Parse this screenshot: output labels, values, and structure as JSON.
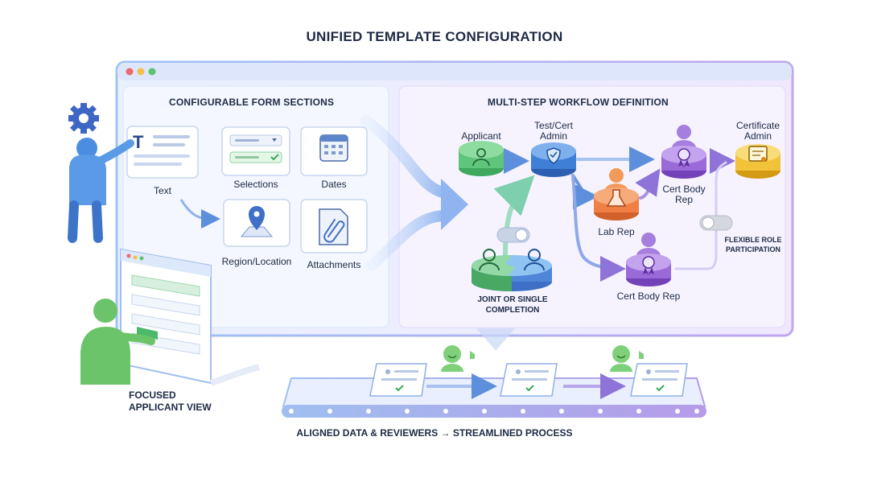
{
  "title": "UNIFIED TEMPLATE CONFIGURATION",
  "left_panel": {
    "header": "CONFIGURABLE FORM SECTIONS",
    "cards": [
      {
        "label": "Text",
        "icon": "text-icon"
      },
      {
        "label": "Selections",
        "icon": "dropdown-icon"
      },
      {
        "label": "Dates",
        "icon": "calendar-icon"
      },
      {
        "label": "Region/Location",
        "icon": "map-pin-icon"
      },
      {
        "label": "Attachments",
        "icon": "paperclip-icon"
      }
    ]
  },
  "right_panel": {
    "header": "MULTI-STEP WORKFLOW DEFINITION",
    "nodes": {
      "applicant": "Applicant",
      "test_cert_admin_1": "Test/Cert",
      "test_cert_admin_2": "Admin",
      "lab_rep": "Lab Rep",
      "cert_body_rep_top_1": "Cert Body",
      "cert_body_rep_top_2": "Rep",
      "certificate_admin_1": "Certificate",
      "certificate_admin_2": "Admin",
      "cert_body_rep_bottom": "Cert Body Rep"
    },
    "joint_caption_1": "JOINT OR SINGLE",
    "joint_caption_2": "COMPLETION",
    "flex_caption_1": "FLEXIBLE ROLE",
    "flex_caption_2": "PARTICIPATION"
  },
  "applicant_view_1": "FOCUSED",
  "applicant_view_2": "APPLICANT VIEW",
  "footer": "ALIGNED DATA & REVIEWERS → STREAMLINED PROCESS",
  "colors": {
    "window_border": "#b9a9ef",
    "green_node": "#5fc57a",
    "blue_node": "#3f7fd6",
    "orange_node": "#f07f45",
    "purple_node": "#9a6ad8",
    "yellow_node": "#f2c23a"
  }
}
